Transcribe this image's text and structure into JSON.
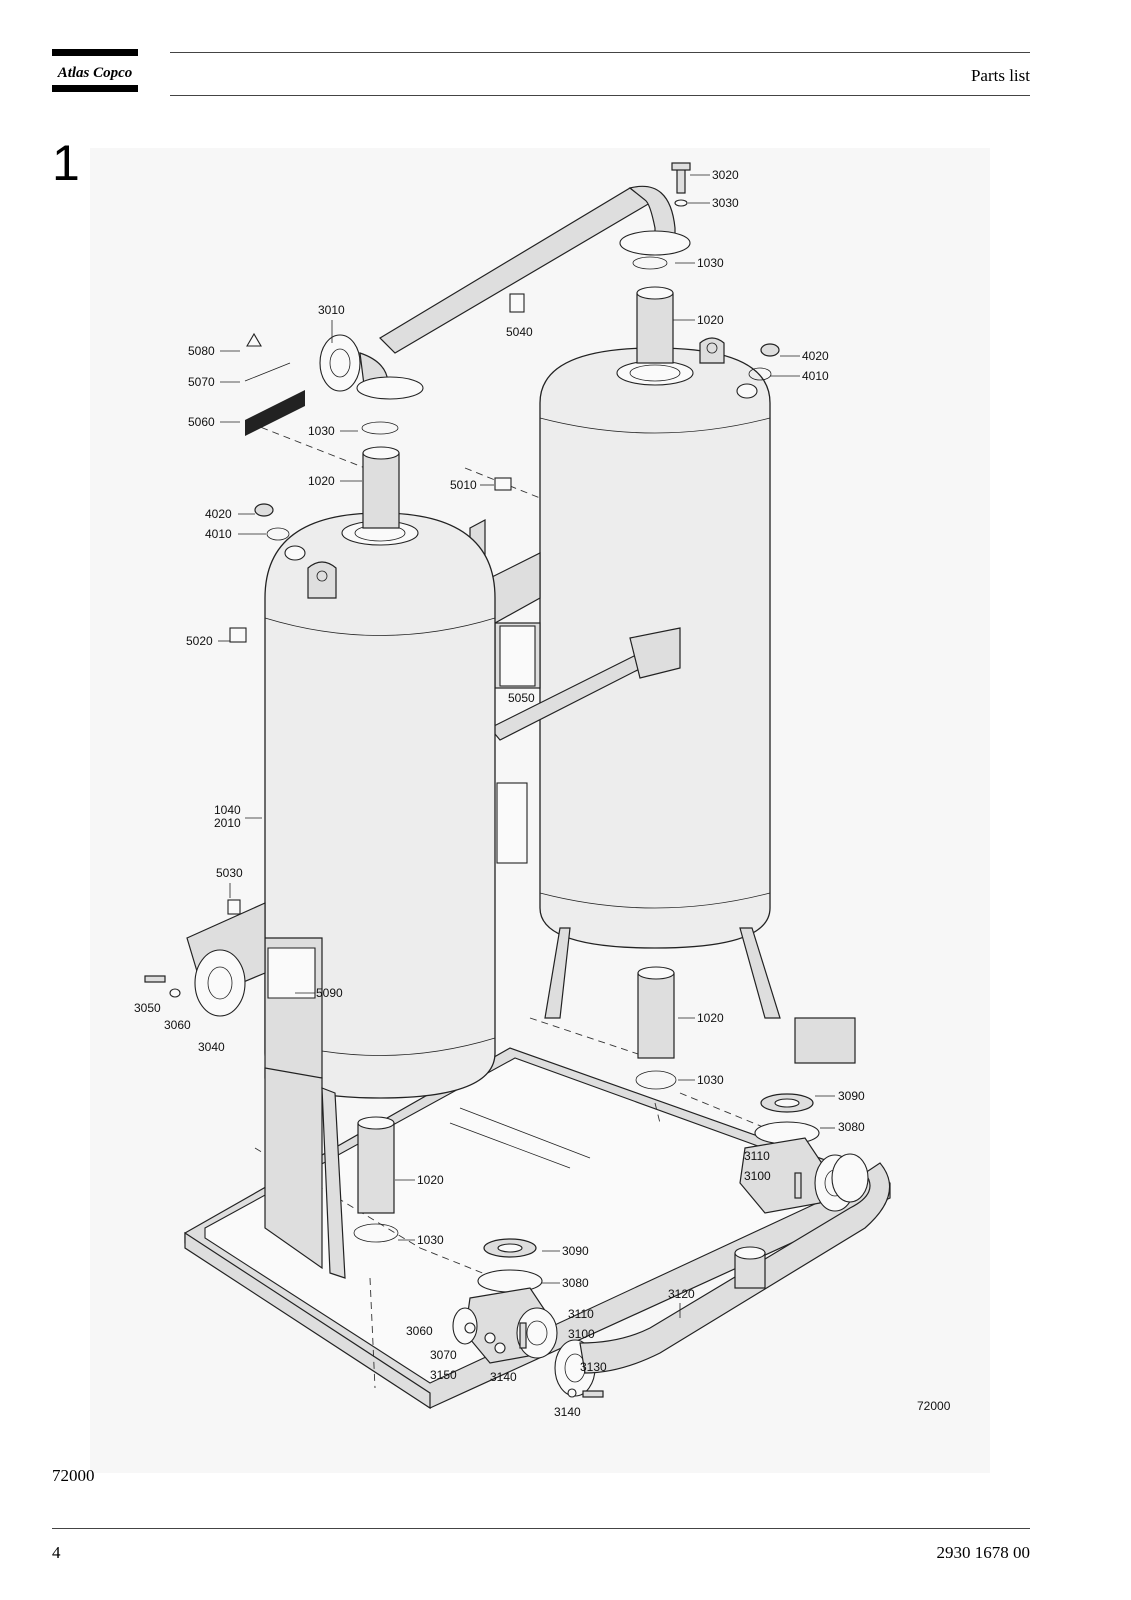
{
  "header": {
    "brand": "Atlas Copco",
    "title": "Parts list"
  },
  "section": {
    "number": "1"
  },
  "drawing": {
    "drawing_number": "72000",
    "callouts": [
      "3020",
      "3030",
      "1030",
      "1020",
      "4020",
      "4010",
      "3010",
      "5040",
      "5080",
      "5070",
      "5060",
      "1030",
      "1020",
      "5010",
      "4020",
      "4010",
      "5020",
      "5050",
      "1040",
      "2010",
      "5030",
      "5090",
      "3050",
      "3060",
      "3040",
      "1020",
      "1030",
      "3090",
      "3080",
      "3110",
      "3100",
      "1020",
      "1030",
      "3090",
      "3080",
      "3120",
      "3110",
      "3100",
      "3060",
      "3070",
      "3150",
      "3140",
      "3130",
      "3140"
    ]
  },
  "footer": {
    "figure_code": "72000",
    "page": "4",
    "doc_number": "2930 1678 00"
  }
}
